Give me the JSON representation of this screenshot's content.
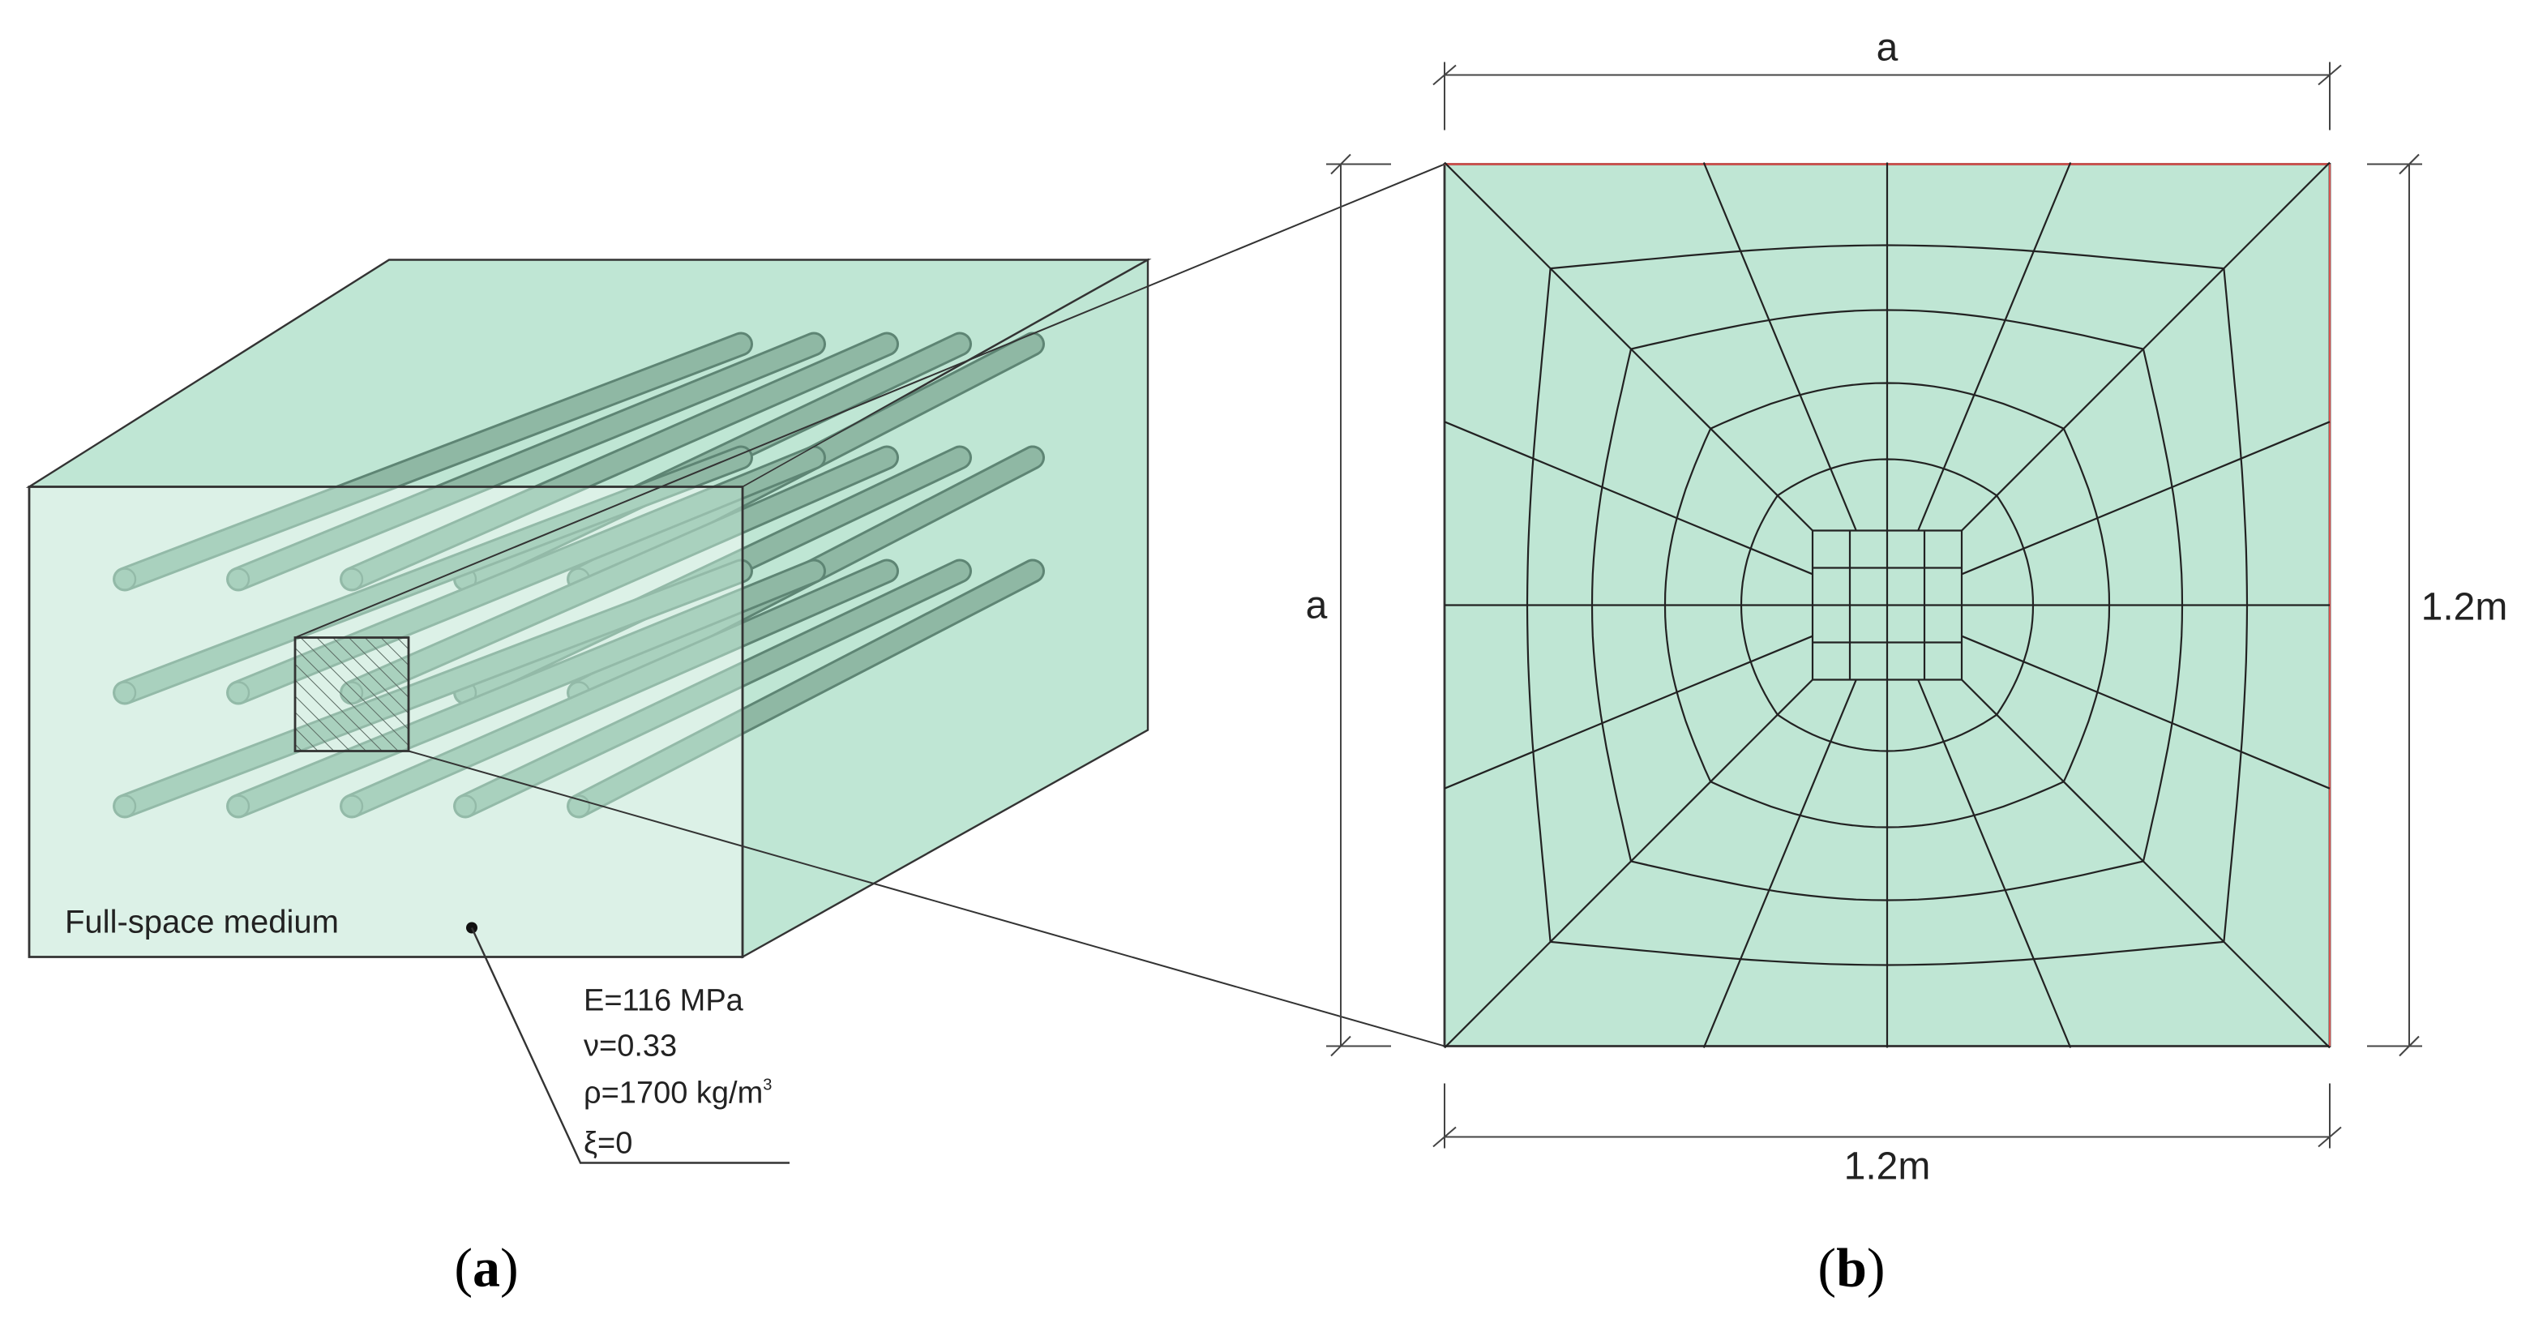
{
  "colors": {
    "fill": "#bfe6d4",
    "rod": "#8fb8a4",
    "rod_outline": "#5e8574",
    "line": "#333333",
    "hatch": "#5b6b63",
    "accent_edge": "#d9534f"
  },
  "panel_a": {
    "medium_label": "Full-space medium",
    "properties": {
      "E": "E=116 MPa",
      "nu": "ν=0.33",
      "rho_prefix": "ρ=1700 kg/m",
      "rho_exp": "3",
      "xi": "ξ=0"
    },
    "caption": {
      "open": "(",
      "letter": "a",
      "close": ")"
    }
  },
  "panel_b": {
    "dim_top": "a",
    "dim_left": "a",
    "dim_right": "1.2m",
    "dim_bottom": "1.2m",
    "caption": {
      "open": "(",
      "letter": "b",
      "close": ")"
    }
  }
}
